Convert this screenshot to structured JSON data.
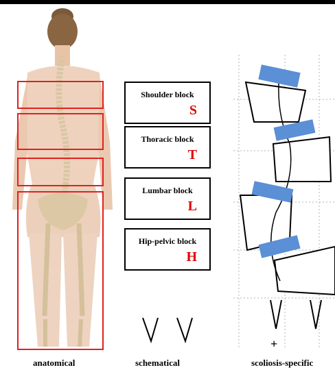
{
  "columns": {
    "anatomical": "anatomical",
    "schematical": "schematical",
    "scoliosis": "scoliosis-specific"
  },
  "blocks": [
    {
      "title": "Shoulder block",
      "letter": "S"
    },
    {
      "title": "Thoracic block",
      "letter": "T"
    },
    {
      "title": "Lumbar block",
      "letter": "L"
    },
    {
      "title": "Hip-pelvic block",
      "letter": "H"
    }
  ],
  "plus_sign": "+",
  "colors": {
    "region_box": "#e02020",
    "letter": "#e00000",
    "wedge": "#5b8fd6"
  }
}
